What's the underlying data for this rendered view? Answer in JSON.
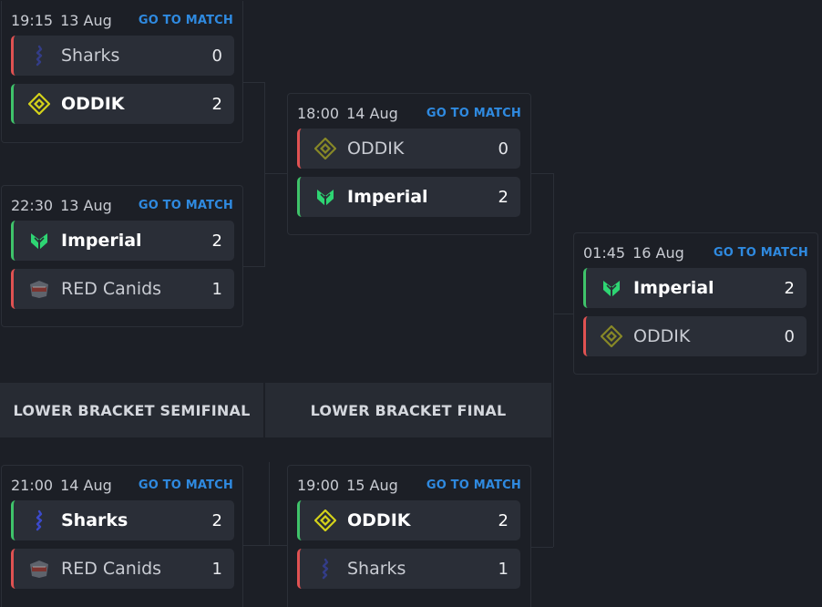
{
  "go_label": "GO TO MATCH",
  "colors": {
    "win": "#3fc36a",
    "lose": "#e05252",
    "link": "#2f8ae0"
  },
  "stages": {
    "lower_semifinal": "LOWER BRACKET SEMIFINAL",
    "lower_final": "LOWER BRACKET FINAL"
  },
  "matches": [
    {
      "time": "19:15",
      "date": "13 Aug",
      "teams": [
        {
          "name": "Sharks",
          "score": "0",
          "logo": "sharks-logo"
        },
        {
          "name": "ODDIK",
          "score": "2",
          "logo": "oddik-logo",
          "winner": true
        }
      ]
    },
    {
      "time": "22:30",
      "date": "13 Aug",
      "teams": [
        {
          "name": "Imperial",
          "score": "2",
          "logo": "imperial-logo",
          "winner": true
        },
        {
          "name": "RED Canids",
          "score": "1",
          "logo": "red-canids-logo"
        }
      ]
    },
    {
      "time": "18:00",
      "date": "14 Aug",
      "teams": [
        {
          "name": "ODDIK",
          "score": "0",
          "logo": "oddik-logo"
        },
        {
          "name": "Imperial",
          "score": "2",
          "logo": "imperial-logo",
          "winner": true
        }
      ]
    },
    {
      "time": "01:45",
      "date": "16 Aug",
      "teams": [
        {
          "name": "Imperial",
          "score": "2",
          "logo": "imperial-logo",
          "winner": true
        },
        {
          "name": "ODDIK",
          "score": "0",
          "logo": "oddik-logo"
        }
      ]
    },
    {
      "time": "21:00",
      "date": "14 Aug",
      "teams": [
        {
          "name": "Sharks",
          "score": "2",
          "logo": "sharks-logo",
          "winner": true
        },
        {
          "name": "RED Canids",
          "score": "1",
          "logo": "red-canids-logo"
        }
      ]
    },
    {
      "time": "19:00",
      "date": "15 Aug",
      "teams": [
        {
          "name": "ODDIK",
          "score": "2",
          "logo": "oddik-logo",
          "winner": true
        },
        {
          "name": "Sharks",
          "score": "1",
          "logo": "sharks-logo"
        }
      ]
    }
  ]
}
